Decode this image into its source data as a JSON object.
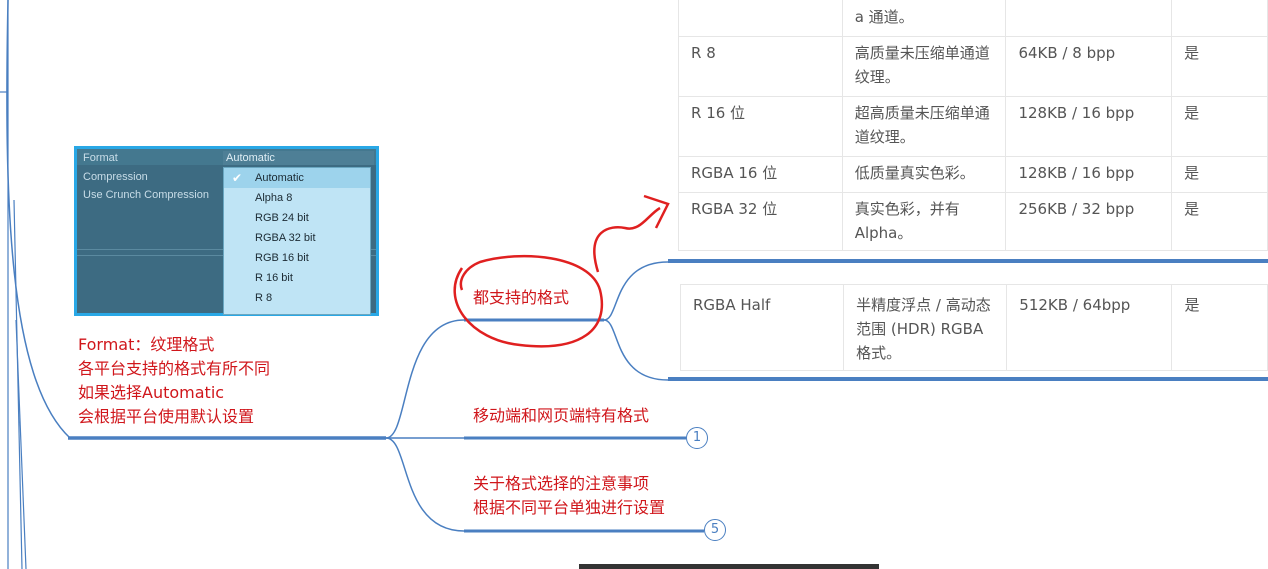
{
  "unity_panel": {
    "rows": [
      "Format",
      "Compression",
      "Use Crunch Compression"
    ],
    "selected_field": "Automatic",
    "options": [
      "Automatic",
      "Alpha 8",
      "RGB 24 bit",
      "RGBA 32 bit",
      "RGB 16 bit",
      "R 16 bit",
      "R 8"
    ],
    "selected_index": 0
  },
  "root_note": {
    "line1": "Format：纹理格式",
    "line2": "各平台支持的格式有所不同",
    "line3": "如果选择Automatic",
    "line4": "会根据平台使用默认设置"
  },
  "branches": {
    "supported": "都支持的格式",
    "mobile_web": "移动端和网页端特有格式",
    "notes_line1": "关于格式选择的注意事项",
    "notes_line2": "根据不同平台单独进行设置",
    "mobile_web_badge": "1",
    "notes_badge": "5"
  },
  "table_top": {
    "rows": [
      {
        "fmt": "",
        "desc": "a 通道。",
        "size": "",
        "support": ""
      },
      {
        "fmt": "R 8",
        "desc": "高质量未压缩单通道纹理。",
        "size": "64KB / 8 bpp",
        "support": "是"
      },
      {
        "fmt": "R 16 位",
        "desc": "超高质量未压缩单通道纹理。",
        "size": "128KB / 16 bpp",
        "support": "是"
      },
      {
        "fmt": "RGBA 16 位",
        "desc": "低质量真实色彩。",
        "size": "128KB / 16 bpp",
        "support": "是"
      },
      {
        "fmt": "RGBA 32 位",
        "desc": "真实色彩，并有 Alpha。",
        "size": "256KB / 32 bpp",
        "support": "是"
      }
    ]
  },
  "table_bottom": {
    "rows": [
      {
        "fmt": "RGBA Half",
        "desc": "半精度浮点 / 高动态范围 (HDR) RGBA 格式。",
        "size": "512KB / 64bpp",
        "support": "是"
      }
    ]
  },
  "colors": {
    "link": "#4a7fc1",
    "note_text": "#d0161b",
    "highlight_panel_border": "#29a8e6"
  }
}
